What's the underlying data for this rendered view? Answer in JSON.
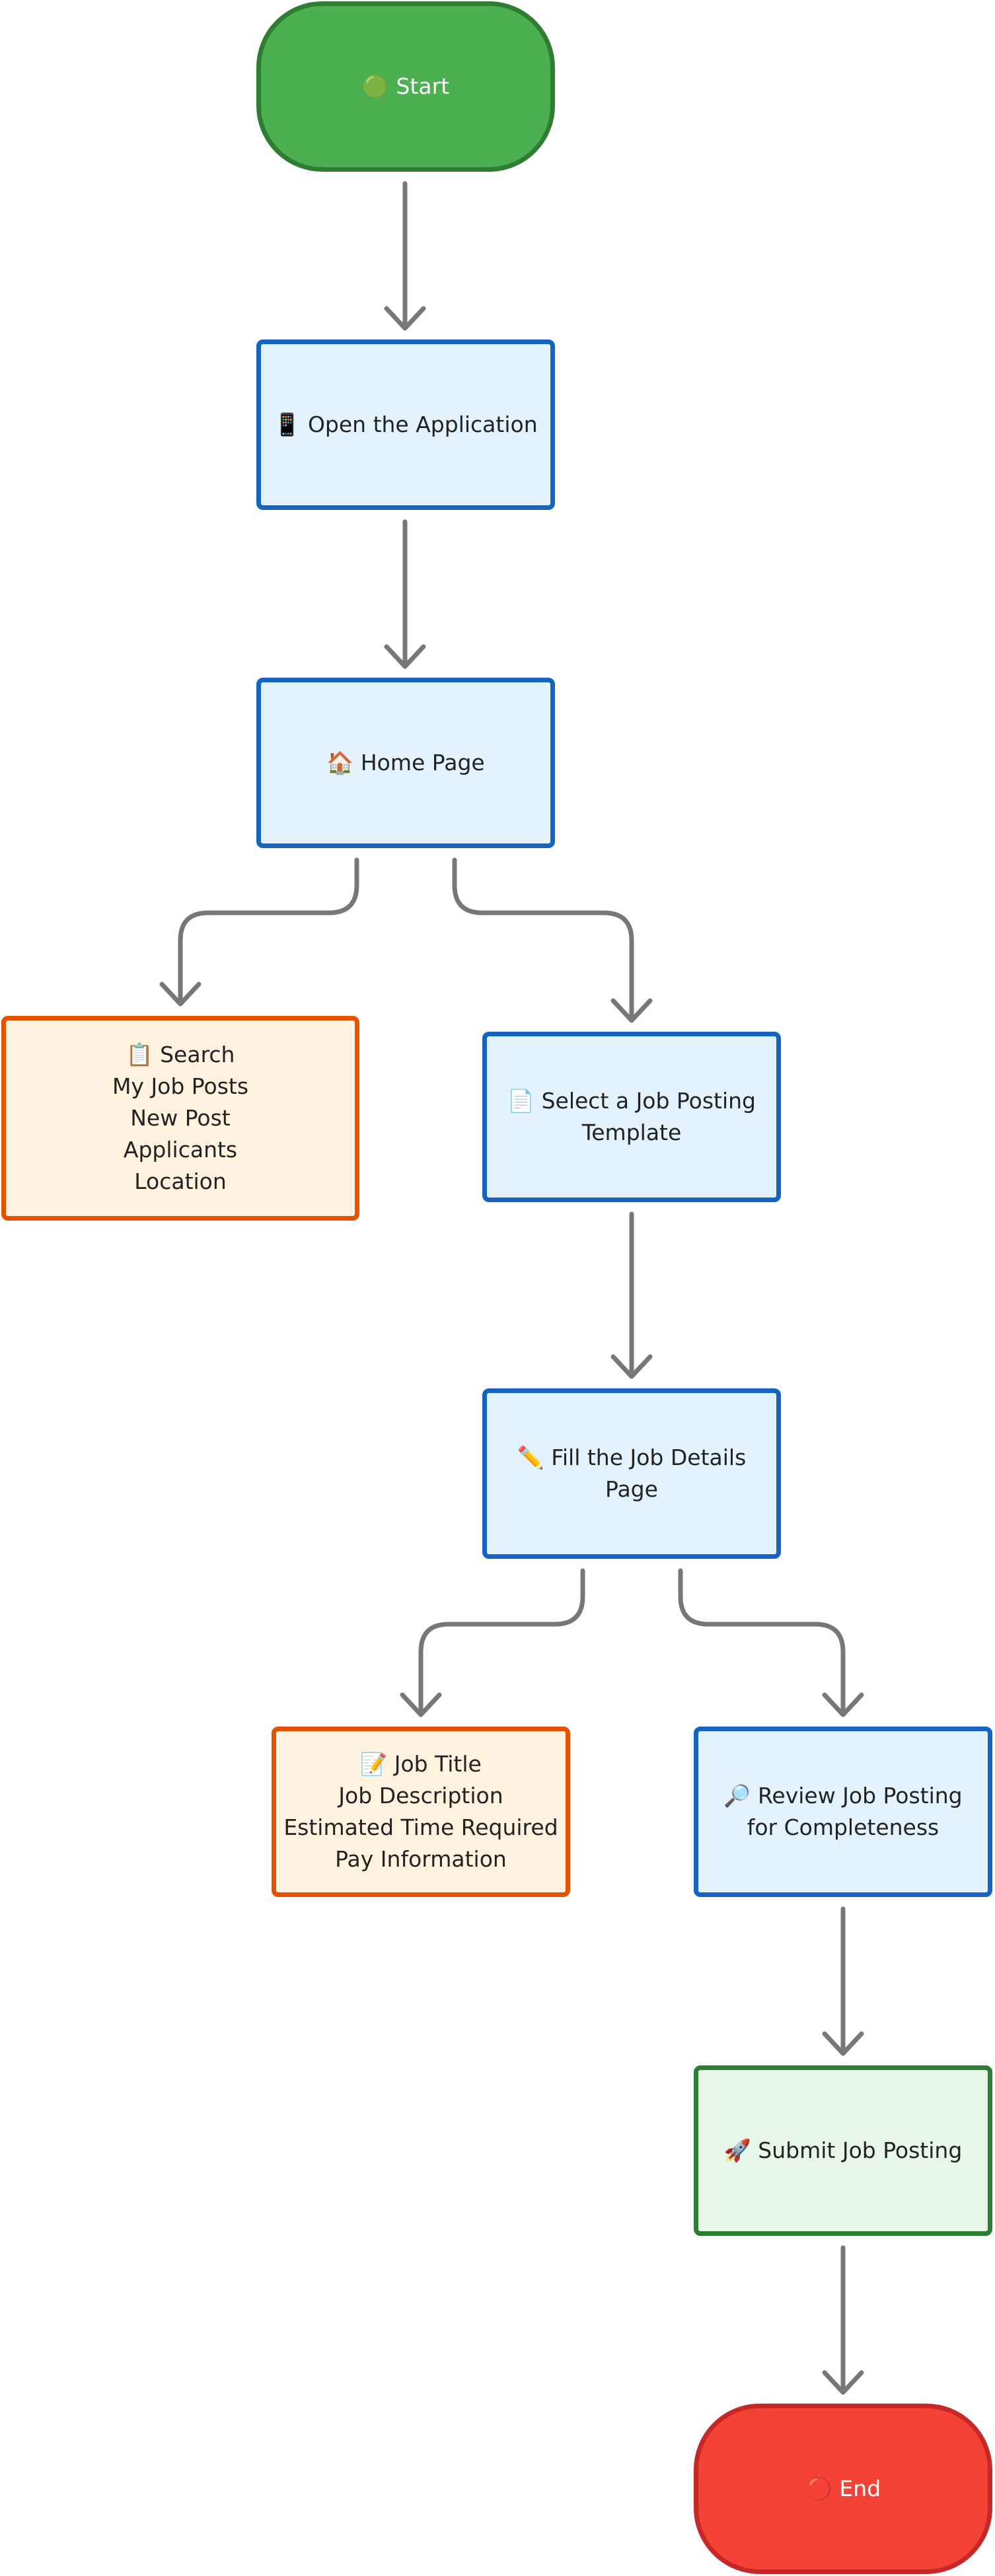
{
  "colors": {
    "start_fill": "#4caf50",
    "start_border": "#2e7d32",
    "end_fill": "#f44336",
    "end_border": "#c62828",
    "process_fill": "#e3f2fd",
    "process_border": "#1565c0",
    "detail_fill": "#fff3e0",
    "detail_border": "#e65100",
    "submit_fill": "#e8f5e9",
    "submit_border": "#2e7d32",
    "edge": "#777777"
  },
  "nodes": {
    "start": {
      "label": "🟢 Start"
    },
    "open_app": {
      "label": "📱 Open the Application"
    },
    "home_page": {
      "label": "🏠 Home Page"
    },
    "home_options": {
      "label": "📋 Search\nMy Job Posts\nNew Post\nApplicants\nLocation"
    },
    "select_template": {
      "label": "📄 Select a Job Posting\nTemplate"
    },
    "fill_details": {
      "label": "✏️ Fill the Job Details\nPage"
    },
    "details_fields": {
      "label": "📝 Job Title\nJob Description\nEstimated Time Required\nPay Information"
    },
    "review": {
      "label": "🔎 Review Job Posting\nfor Completeness"
    },
    "submit": {
      "label": "🚀 Submit Job Posting"
    },
    "end": {
      "label": "🔴 End"
    }
  }
}
